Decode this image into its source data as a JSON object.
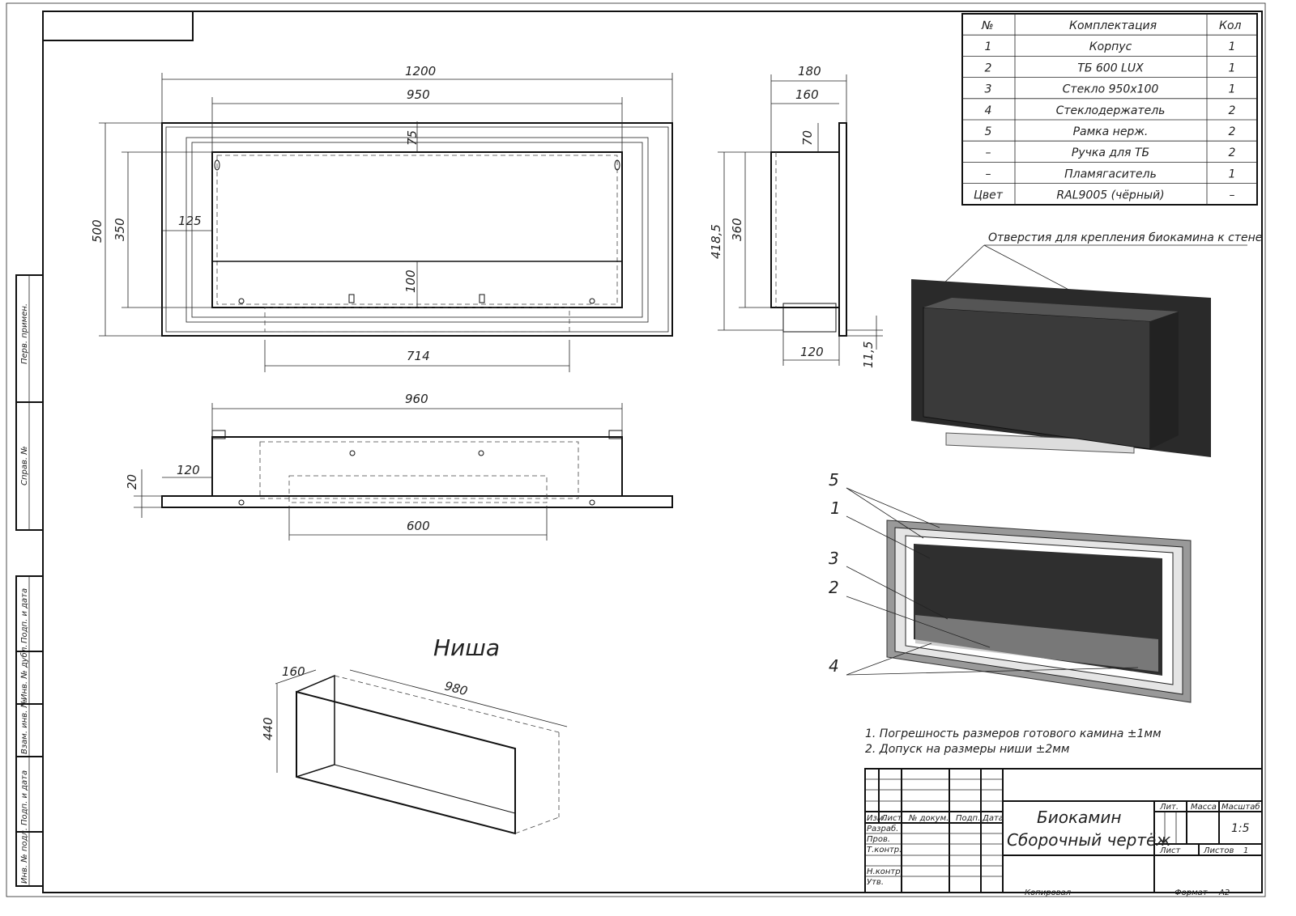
{
  "dimensions": {
    "front": {
      "w1200": "1200",
      "w950": "950",
      "h75": "75",
      "h500": "500",
      "h350": "350",
      "w125": "125",
      "h100": "100",
      "w714": "714"
    },
    "side": {
      "w180": "180",
      "w160": "160",
      "h70": "70",
      "h418": "418,5",
      "h360": "360",
      "w120": "120",
      "h11": "11,5"
    },
    "bottom": {
      "w960": "960",
      "w120": "120",
      "h20": "20",
      "w600": "600"
    },
    "niche": {
      "title": "Ниша",
      "d160": "160",
      "w980": "980",
      "h440": "440"
    }
  },
  "spec_table": {
    "headers": [
      "№",
      "Комплектация",
      "Кол"
    ],
    "rows": [
      [
        "1",
        "Корпус",
        "1"
      ],
      [
        "2",
        "ТБ 600 LUX",
        "1"
      ],
      [
        "3",
        "Стекло 950x100",
        "1"
      ],
      [
        "4",
        "Стеклодержатель",
        "2"
      ],
      [
        "5",
        "Рамка нерж.",
        "2"
      ],
      [
        "–",
        "Ручка для ТБ",
        "2"
      ],
      [
        "–",
        "Пламягаситель",
        "1"
      ],
      [
        "Цвет",
        "RAL9005 (чёрный)",
        "–"
      ]
    ]
  },
  "callout_holes": "Отверстия для крепления биокамина к стене",
  "part_labels": [
    "5",
    "1",
    "3",
    "2",
    "4"
  ],
  "notes": [
    "1. Погрешность размеров готового камина ±1мм",
    "2. Допуск на размеры ниши ±2мм"
  ],
  "left_stamps": [
    "Перв. примен.",
    "Справ. №",
    "Подп. и дата",
    "Инв. № дубл.",
    "Взам. инв. №",
    "Подп. и дата",
    "Инв. № подл."
  ],
  "title_block": {
    "title1": "Биокамин",
    "title2": "Сборочный чертёж",
    "cols": [
      "Изм.",
      "Лист",
      "№ докум.",
      "Подп.",
      "Дата"
    ],
    "roles": [
      "Разраб.",
      "Пров.",
      "Т.контр.",
      "Н.контр.",
      "Утв."
    ],
    "lit": "Лит.",
    "mass": "Масса",
    "scale_label": "Масштаб",
    "scale": "1:5",
    "sheet": "Лист",
    "sheets": "Листов",
    "sheets_value": "1",
    "copied": "Копировал",
    "format_label": "Формат",
    "format": "А2"
  }
}
